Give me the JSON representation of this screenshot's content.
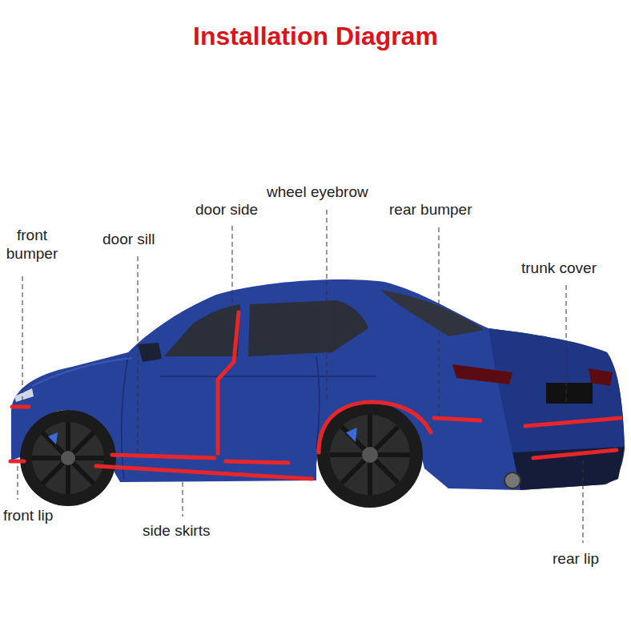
{
  "diagram": {
    "title": "Installation Diagram",
    "labels": [
      "front bumper",
      "door sill",
      "door side",
      "wheel eyebrow",
      "rear bumper",
      "trunk cover",
      "front lip",
      "side skirts",
      "rear lip"
    ]
  }
}
